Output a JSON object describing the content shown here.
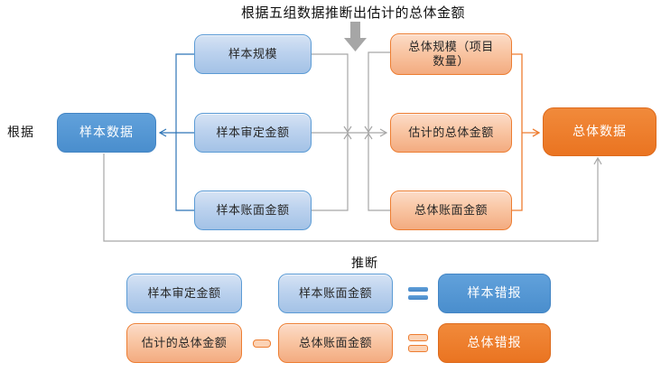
{
  "title": "根据五组数据推断出估计的总体金额",
  "left_label": "根据",
  "inference_label": "推断",
  "main": {
    "sample_data": "样本数据",
    "population_data": "总体数据",
    "sample_metrics": [
      "样本规模",
      "样本审定金额",
      "样本账面金额"
    ],
    "population_metrics": [
      "总体规模（项目\n数量）",
      "估计的总体金额",
      "总体账面金额"
    ]
  },
  "formulas": {
    "sample": {
      "minuend": "样本审定金额",
      "subtrahend": "样本账面金额",
      "result": "样本错报"
    },
    "population": {
      "minuend": "估计的总体金额",
      "subtrahend": "总体账面金额",
      "result": "总体错报"
    }
  },
  "colors": {
    "connector_gray": "#a6a6a6",
    "connector_blue": "#2e75b6",
    "connector_orange": "#ed7d31",
    "blue_border": "#5b9bd5",
    "orange_border": "#ed7d31",
    "solid_blue": "#4a8ecd",
    "solid_orange": "#ea7421"
  }
}
